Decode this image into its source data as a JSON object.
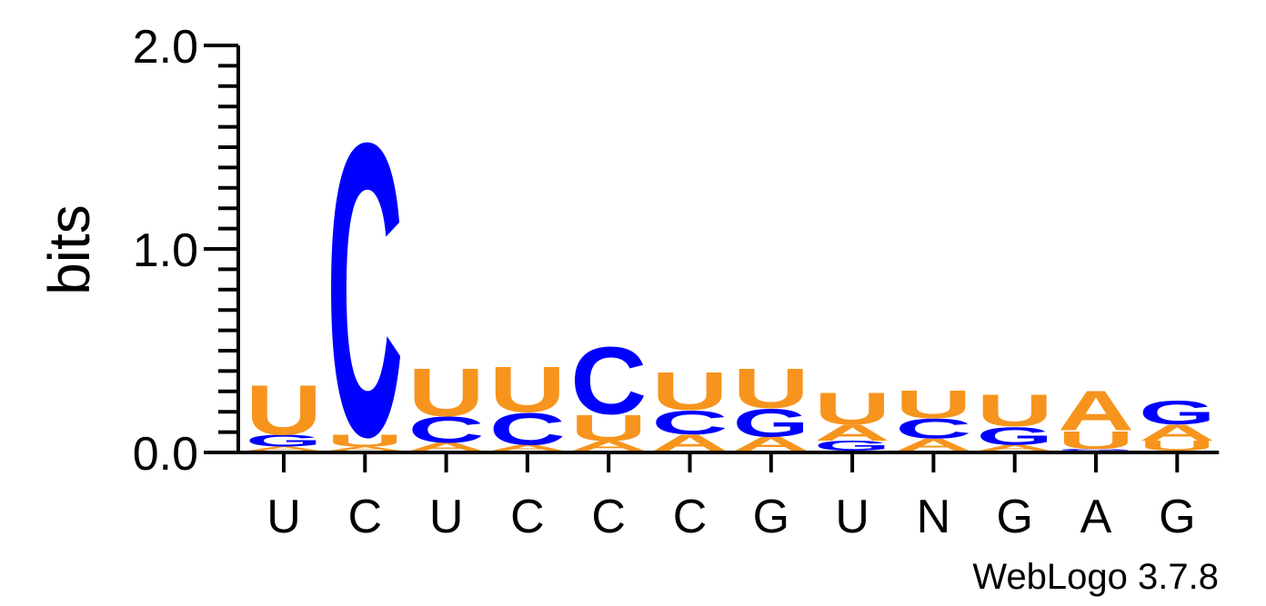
{
  "chart_data": {
    "type": "sequence-logo",
    "ylabel": "bits",
    "ylim": [
      0,
      2
    ],
    "yticks": [
      "0.0",
      "1.0",
      "2.0"
    ],
    "colors": {
      "A": "#f7941d",
      "U": "#f7941d",
      "C": "#0000ff",
      "G": "#0000ff"
    },
    "consensus": [
      "U",
      "C",
      "U",
      "C",
      "C",
      "C",
      "G",
      "U",
      "N",
      "G",
      "A",
      "G"
    ],
    "positions": [
      [
        {
          "letter": "A",
          "bits": 0.02
        },
        {
          "letter": "G",
          "bits": 0.06
        },
        {
          "letter": "U",
          "bits": 0.25
        }
      ],
      [
        {
          "letter": "A",
          "bits": 0.02
        },
        {
          "letter": "U",
          "bits": 0.06
        },
        {
          "letter": "C",
          "bits": 1.48
        }
      ],
      [
        {
          "letter": "A",
          "bits": 0.04
        },
        {
          "letter": "C",
          "bits": 0.13
        },
        {
          "letter": "U",
          "bits": 0.24
        }
      ],
      [
        {
          "letter": "A",
          "bits": 0.03
        },
        {
          "letter": "C",
          "bits": 0.16
        },
        {
          "letter": "U",
          "bits": 0.23
        }
      ],
      [
        {
          "letter": "A",
          "bits": 0.05
        },
        {
          "letter": "U",
          "bits": 0.13
        },
        {
          "letter": "C",
          "bits": 0.34
        }
      ],
      [
        {
          "letter": "A",
          "bits": 0.08
        },
        {
          "letter": "C",
          "bits": 0.12
        },
        {
          "letter": "U",
          "bits": 0.19
        }
      ],
      [
        {
          "letter": "A",
          "bits": 0.07
        },
        {
          "letter": "G",
          "bits": 0.14
        },
        {
          "letter": "U",
          "bits": 0.2
        }
      ],
      [
        {
          "letter": "G",
          "bits": 0.05
        },
        {
          "letter": "A",
          "bits": 0.08
        },
        {
          "letter": "U",
          "bits": 0.16
        }
      ],
      [
        {
          "letter": "A",
          "bits": 0.06
        },
        {
          "letter": "C",
          "bits": 0.1
        },
        {
          "letter": "U",
          "bits": 0.14
        }
      ],
      [
        {
          "letter": "A",
          "bits": 0.03
        },
        {
          "letter": "G",
          "bits": 0.09
        },
        {
          "letter": "U",
          "bits": 0.16
        }
      ],
      [
        {
          "letter": "G",
          "bits": 0.01
        },
        {
          "letter": "U",
          "bits": 0.09
        },
        {
          "letter": "A",
          "bits": 0.2
        }
      ],
      [
        {
          "letter": "U",
          "bits": 0.05
        },
        {
          "letter": "A",
          "bits": 0.08
        },
        {
          "letter": "G",
          "bits": 0.12
        }
      ]
    ]
  },
  "credit": "WebLogo 3.7.8"
}
